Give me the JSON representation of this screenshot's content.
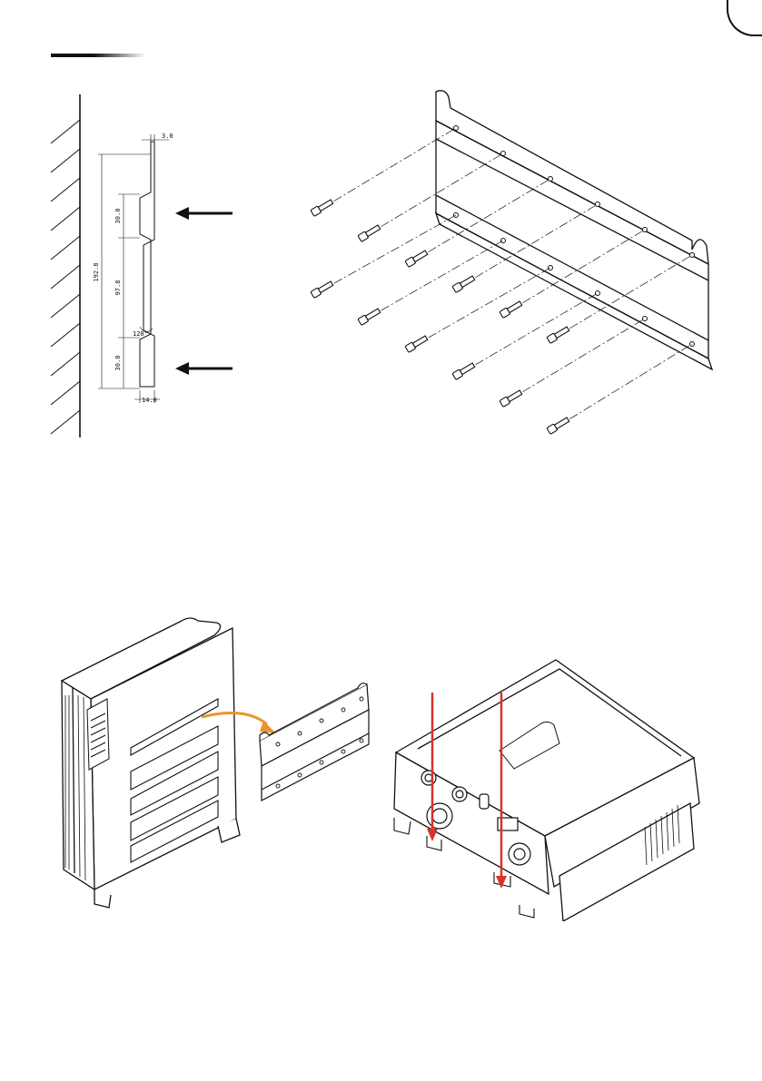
{
  "profile_dimensions": {
    "thickness": "3.0",
    "total_height": "192.8",
    "upper_flange": "30.0",
    "middle_span": "97.8",
    "lower_flange": "30.0",
    "bend_angle": "120°",
    "depth": "14.0"
  },
  "colors": {
    "line": "#111111",
    "orange_arrow": "#E8952E",
    "red_arrow": "#D9322B",
    "black_arrow": "#111111"
  }
}
